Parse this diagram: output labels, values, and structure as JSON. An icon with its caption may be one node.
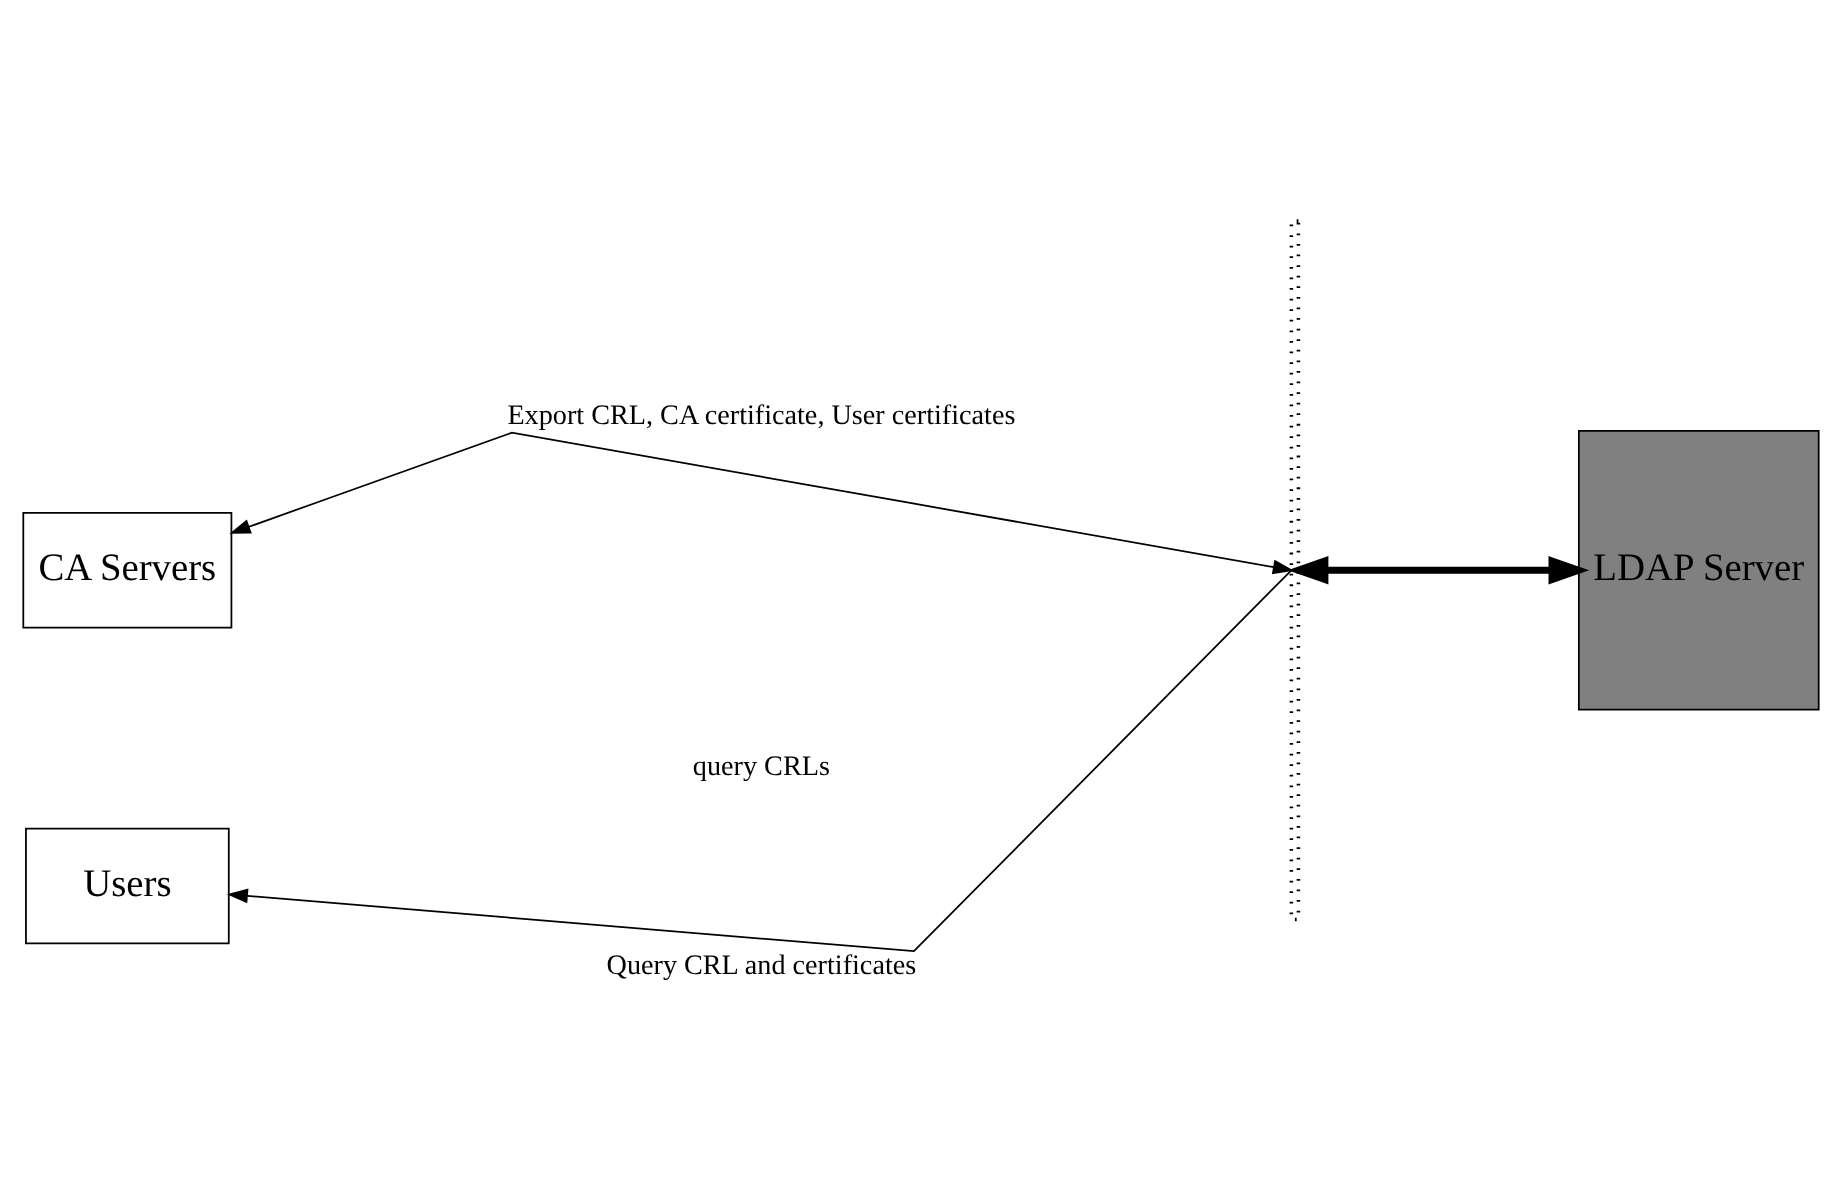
{
  "diagram": {
    "nodes": [
      {
        "text": [
          "CA Servers"
        ]
      },
      {
        "text": [],
        "shape": "bar"
      },
      {
        "text": [
          "LDAP Server"
        ]
      },
      {
        "text": [
          "Users"
        ]
      }
    ],
    "edges": [
      {
        "from": 0,
        "to": 1,
        "arrow": "both",
        "label": "Export CRL, CA certificate, User certificates"
      },
      {
        "from": 2,
        "to": 1,
        "arrow": "both",
        "style": "thick"
      },
      {
        "from": 1,
        "to": 3,
        "arrow": "to",
        "label": "Query CRL and certificates"
      }
    ],
    "labels": [
      "query CRLs"
    ]
  }
}
